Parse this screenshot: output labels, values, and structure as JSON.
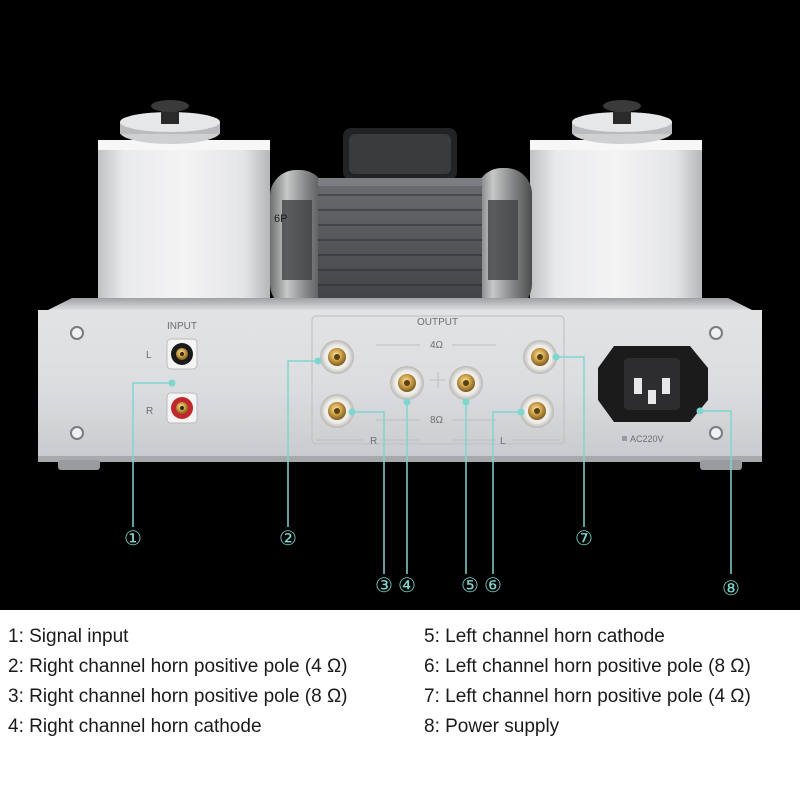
{
  "panel": {
    "input_label": "INPUT",
    "output_label": "OUTPUT",
    "left_mark": "L",
    "right_mark": "R",
    "ohm_4": "4Ω",
    "ohm_8": "8Ω",
    "output_r": "R",
    "output_l": "L",
    "voltage": "AC220V"
  },
  "tube_marking": "6P",
  "callouts": [
    "①",
    "②",
    "③",
    "④",
    "⑤",
    "⑥",
    "⑦",
    "⑧"
  ],
  "legend": {
    "left": [
      "1: Signal input",
      "2: Right channel horn positive pole (4 Ω)",
      "3: Right channel horn positive pole (8 Ω)",
      "4: Right channel horn cathode"
    ],
    "right": [
      "5: Left channel horn cathode",
      "6: Left channel horn positive pole (8 Ω)",
      "7: Left channel horn positive pole (4 Ω)",
      "8: Power supply"
    ]
  },
  "colors": {
    "callout_line": "#7fd6cf",
    "chassis": "#d8d9db",
    "background": "#000000"
  }
}
